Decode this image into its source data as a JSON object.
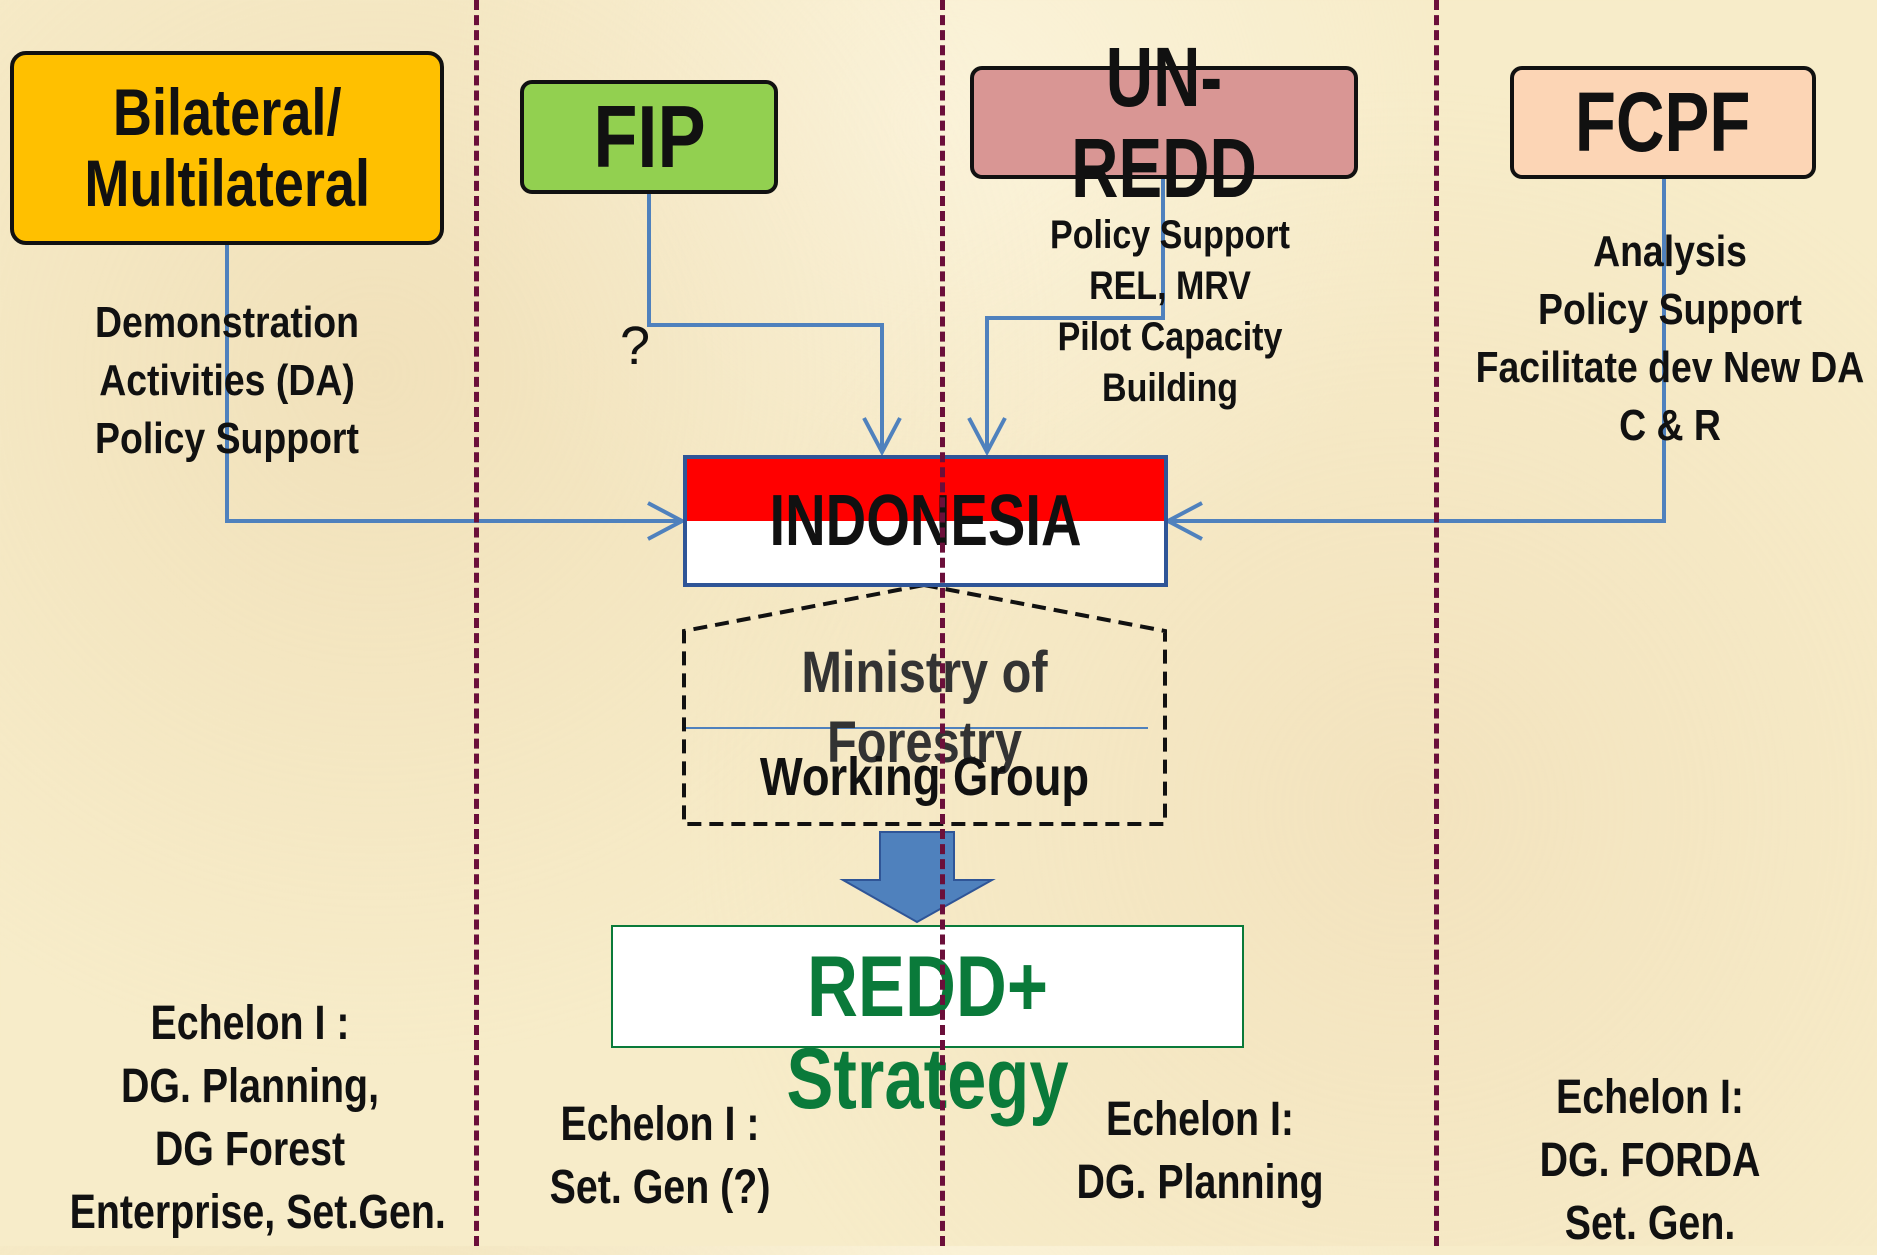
{
  "boxes": {
    "bilateral": {
      "line1": "Bilateral/",
      "line2": "Multilateral",
      "color": "#ffc000"
    },
    "fip": {
      "label": "FIP",
      "color": "#92d050"
    },
    "unredd": {
      "label": "UN-REDD",
      "color": "#d99694"
    },
    "fcpf": {
      "label": "FCPF",
      "color": "#fcd5b5"
    }
  },
  "annotations": {
    "bilateral": [
      "Demonstration",
      "Activities (DA)",
      "Policy Support"
    ],
    "fip": "?",
    "unredd": [
      "Policy Support",
      "REL, MRV",
      "Pilot Capacity",
      "Building"
    ],
    "fcpf": [
      "Analysis",
      "Policy Support",
      "Facilitate dev New DA",
      "C & R"
    ]
  },
  "center": {
    "country": "INDONESIA",
    "flag_colors": {
      "top": "#ff0000",
      "bottom": "#ffffff",
      "border": "#2f5597"
    },
    "ministry": "Ministry of Forestry",
    "working_group": "Working Group",
    "strategy": "REDD+ Strategy",
    "strategy_color": "#0a7a3a"
  },
  "echelons": {
    "bilateral": [
      "Echelon I :",
      "DG. Planning,",
      "DG Forest",
      "Enterprise, Set.Gen."
    ],
    "fip": [
      "Echelon I :",
      "Set. Gen (?)"
    ],
    "unredd": [
      "Echelon I:",
      "DG. Planning"
    ],
    "fcpf": [
      "Echelon I:",
      "DG. FORDA",
      "Set. Gen."
    ]
  },
  "colors": {
    "arrow": "#4f81bd",
    "divider": "#6b0f3a",
    "background": "#f7ecc9"
  }
}
